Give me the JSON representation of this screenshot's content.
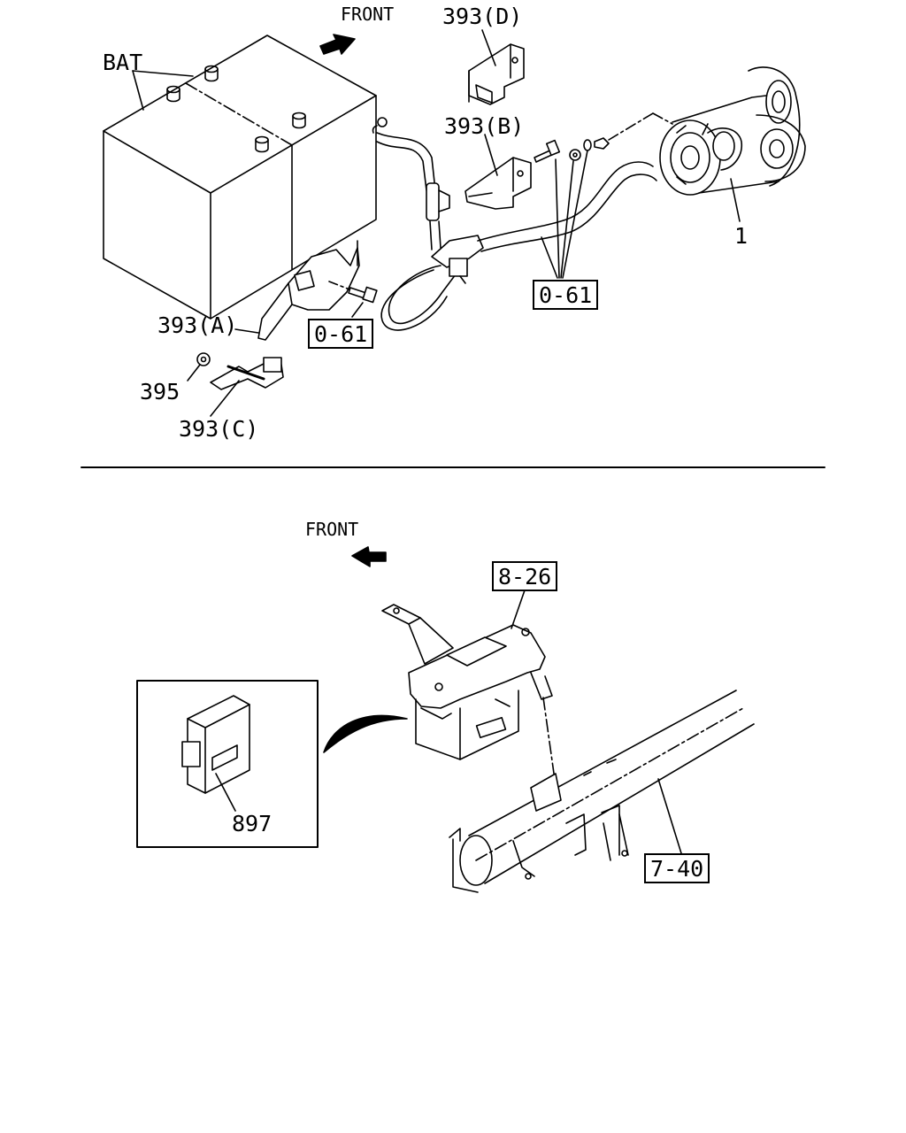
{
  "upper_diagram": {
    "front_label": "FRONT",
    "battery_label": "BAT",
    "labels": {
      "bracket_d": "393(D)",
      "bracket_b": "393(B)",
      "bracket_a": "393(A)",
      "bracket_c": "393(C)",
      "nut": "395",
      "starter": "1"
    },
    "refs": {
      "ref_left": "0-61",
      "ref_right": "0-61"
    }
  },
  "lower_diagram": {
    "front_label": "FRONT",
    "labels": {
      "control_unit": "897"
    },
    "refs": {
      "bracket_ref": "8-26",
      "beam_ref": "7-40"
    }
  }
}
